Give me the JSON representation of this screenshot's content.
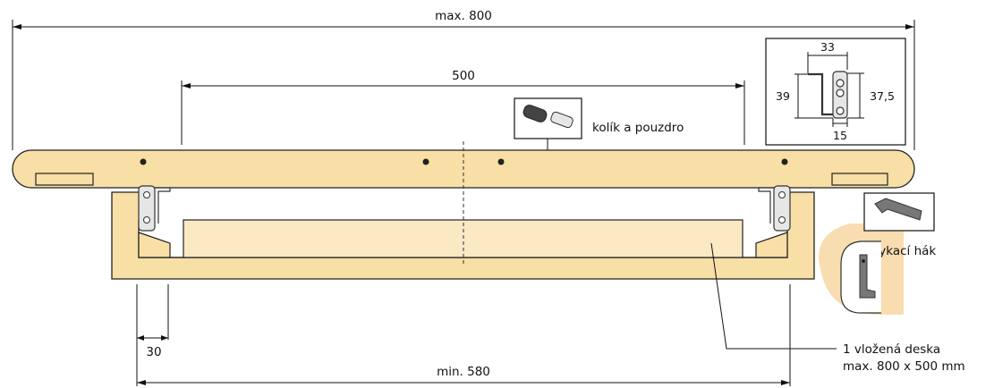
{
  "dimensions": {
    "max_width": "max. 800",
    "inner_span": "500",
    "min_width": "min. 580",
    "offset": "30"
  },
  "callouts": {
    "dowel": "kolík a pouzdro",
    "lock_hook": "zamykací hák",
    "insert_board_line1": "1 vložená deska",
    "insert_board_line2": "max. 800 x 500 mm"
  },
  "bracket_detail": {
    "width": "33",
    "height_left": "39",
    "height_right": "37,5",
    "bottom": "15"
  },
  "colors": {
    "wood": "#f7dfa6",
    "insert_board": "#fbe9c4",
    "background_blob": "#f8ddb0",
    "line": "#111111"
  }
}
